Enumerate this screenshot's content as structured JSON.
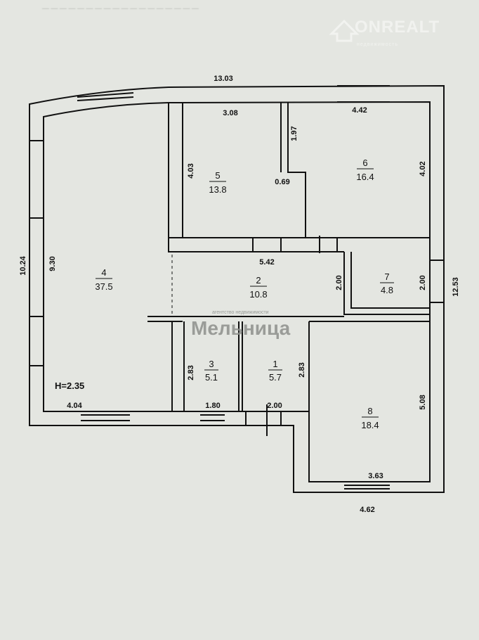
{
  "watermarks": {
    "onrealt": {
      "name": "ONREALT",
      "subtitle": "недвижимость"
    },
    "melnitsa": {
      "name": "Мельница",
      "subtitle": "агентство недвижимости"
    }
  },
  "plan": {
    "ceiling_height": "H=2.35",
    "rooms": [
      {
        "number": "1",
        "area": "5.7"
      },
      {
        "number": "2",
        "area": "10.8"
      },
      {
        "number": "3",
        "area": "5.1"
      },
      {
        "number": "4",
        "area": "37.5"
      },
      {
        "number": "5",
        "area": "13.8"
      },
      {
        "number": "6",
        "area": "16.4"
      },
      {
        "number": "7",
        "area": "4.8"
      },
      {
        "number": "8",
        "area": "18.4"
      }
    ],
    "dimensions": {
      "top_overall": "13.03",
      "left_outer": "10.24",
      "left_inner": "9.30",
      "right_outer": "12.53",
      "room5_width": "3.08",
      "room5_height": "4.03",
      "room5_notch_h": "1.97",
      "room5_notch_w": "0.69",
      "room6_width": "4.42",
      "room6_height": "4.02",
      "hall_width": "5.42",
      "hall_height": "2.00",
      "room7_height": "2.00",
      "room3_height": "2.83",
      "room1_height": "2.83",
      "room4_bottom": "4.04",
      "room3_bottom": "1.80",
      "room1_bottom": "2.00",
      "room8_height": "5.08",
      "room8_inner_width": "3.63",
      "room8_outer_width": "4.62"
    }
  }
}
